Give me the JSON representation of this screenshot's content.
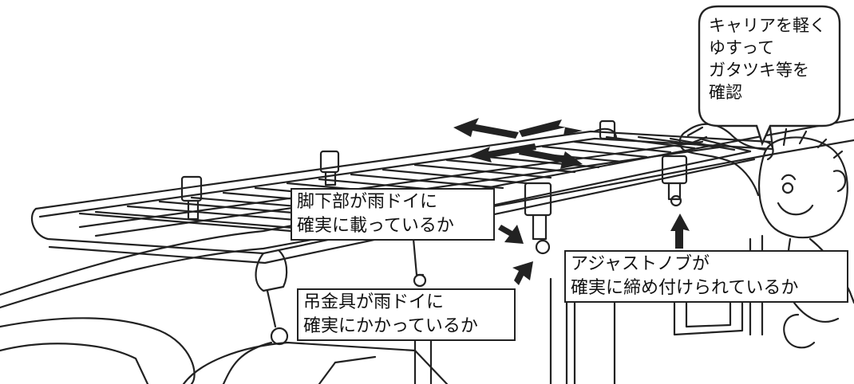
{
  "callouts": {
    "leg_bottom": {
      "line1": "脚下部が雨ドイに",
      "line2": "確実に載っているか"
    },
    "hanger": {
      "line1": "吊金具が雨ドイに",
      "line2": "確実にかかっているか"
    },
    "adjust_knob": {
      "line1": "アジャストノブが",
      "line2": "確実に締め付けられているか"
    }
  },
  "speech_bubble": {
    "line1": "キャリアを軽く",
    "line2": "ゆすって",
    "line3": "ガタツキ等を",
    "line4": "確認"
  },
  "colors": {
    "line": "#222222",
    "background": "#ffffff"
  },
  "icons": [
    "shake-arrows-icon",
    "pointer-arrow-icon",
    "person-illustration"
  ]
}
